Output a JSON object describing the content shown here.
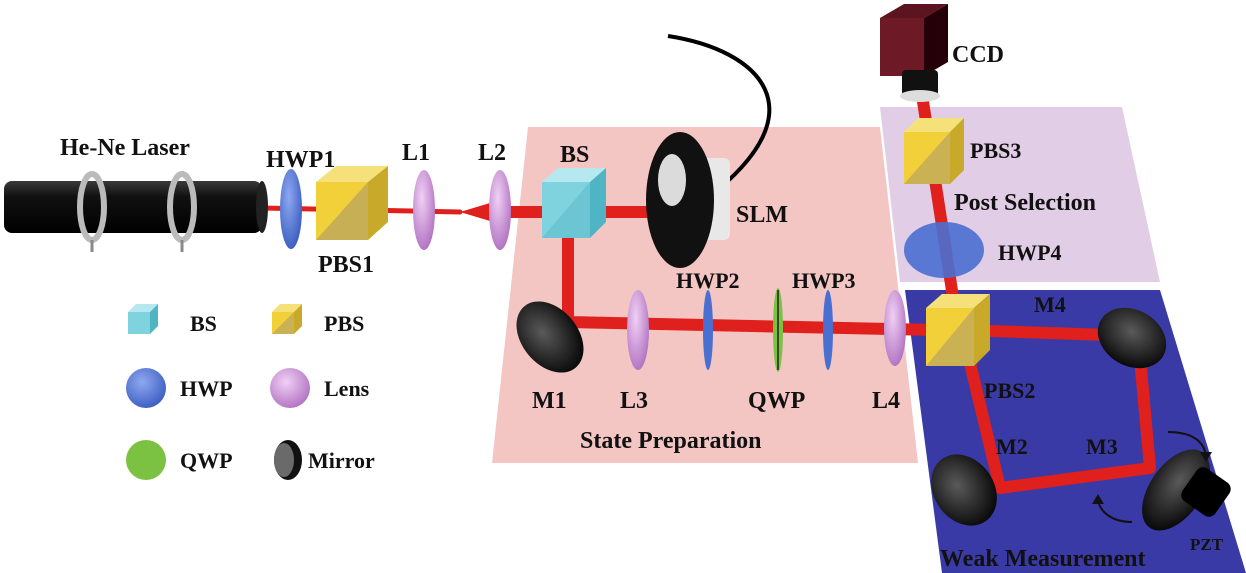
{
  "labels": {
    "laser": "He-Ne Laser",
    "hwp1": "HWP1",
    "l1": "L1",
    "l2": "L2",
    "bs": "BS",
    "slm": "SLM",
    "pbs1": "PBS1",
    "hwp2": "HWP2",
    "hwp3": "HWP3",
    "m1": "M1",
    "l3": "L3",
    "qwp": "QWP",
    "l4": "L4",
    "ccd": "CCD",
    "pbs3": "PBS3",
    "hwp4": "HWP4",
    "m4": "M4",
    "pbs2": "PBS2",
    "m2": "M2",
    "m3": "M3",
    "pzt": "PZT"
  },
  "regions": {
    "state_preparation": "State Preparation",
    "post_selection": "Post Selection",
    "weak_measurement": "Weak Measurement"
  },
  "legend": [
    {
      "label": "BS",
      "icon": "beam-splitter-icon"
    },
    {
      "label": "PBS",
      "icon": "polarizing-beam-splitter-icon"
    },
    {
      "label": "HWP",
      "icon": "half-wave-plate-icon"
    },
    {
      "label": "Lens",
      "icon": "lens-icon"
    },
    {
      "label": "QWP",
      "icon": "quarter-wave-plate-icon"
    },
    {
      "label": "Mirror",
      "icon": "mirror-icon"
    }
  ],
  "colors": {
    "beam": "#e0201c",
    "state_region": "#f3c6c4",
    "post_region": "#e2cde6",
    "weak_region": "#3a3aa6",
    "bs": "#7fd3df",
    "pbs": "#f2d03a",
    "hwp": "#4a6fd0",
    "lens": "#c58ad0",
    "qwp": "#7cc242",
    "mirror": "#1a1a1a"
  }
}
